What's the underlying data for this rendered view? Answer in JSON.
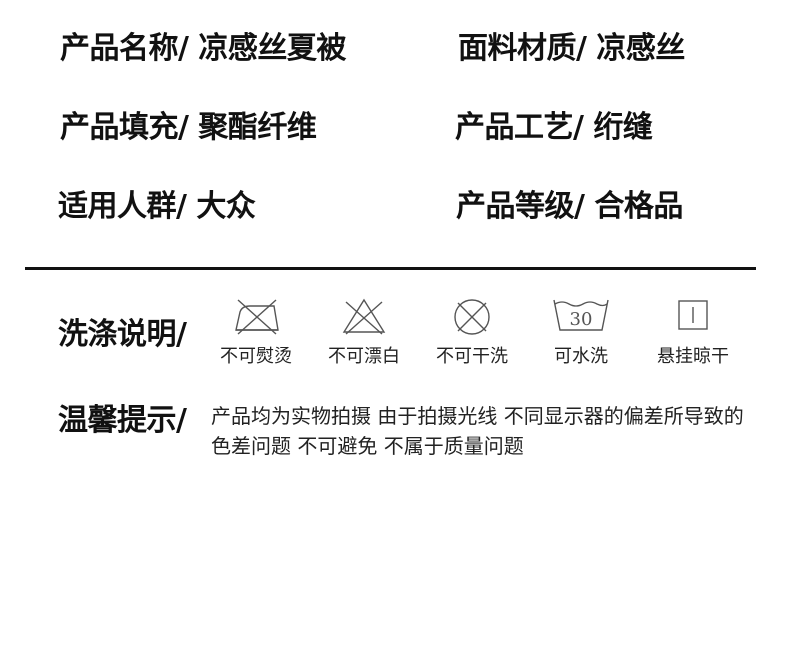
{
  "specs": {
    "product_name": "产品名称/ 凉感丝夏被",
    "fabric": "面料材质/ 凉感丝",
    "filling": "产品填充/ 聚酯纤维",
    "craft": "产品工艺/ 绗缝",
    "audience": "适用人群/ 大众",
    "grade": "产品等级/ 合格品"
  },
  "care": {
    "title": "洗涤说明/",
    "items": [
      {
        "icon": "no-iron-icon",
        "label": "不可熨烫"
      },
      {
        "icon": "no-bleach-icon",
        "label": "不可漂白"
      },
      {
        "icon": "no-dry-clean-icon",
        "label": "不可干洗"
      },
      {
        "icon": "wash-30-icon",
        "label": "可水洗",
        "temp": "30"
      },
      {
        "icon": "hang-dry-icon",
        "label": "悬挂晾干"
      }
    ]
  },
  "notice": {
    "title": "温馨提示/",
    "text": "产品均为实物拍摄 由于拍摄光线 不同显示器的偏差所导致的色差问题 不可避免 不属于质量问题"
  }
}
